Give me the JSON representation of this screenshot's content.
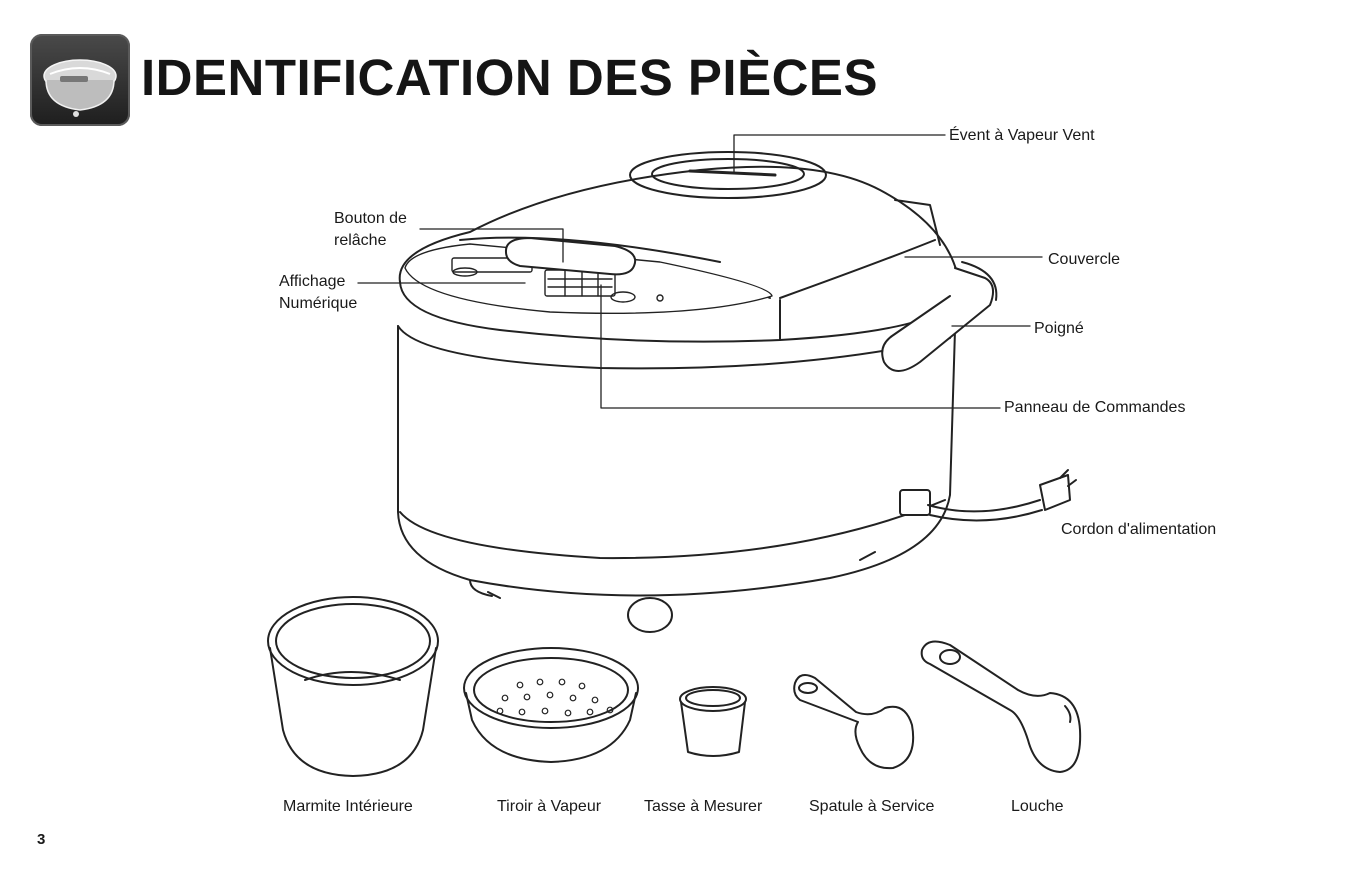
{
  "title": "IDENTIFICATION DES PIÈCES",
  "callouts": {
    "vent": "Évent à Vapeur Vent",
    "release_line1": "Bouton de",
    "release_line2": "relâche",
    "display_line1": "Affichage",
    "display_line2": "Numérique",
    "lid": "Couvercle",
    "handle": "Poigné",
    "control_panel": "Panneau  de Commandes",
    "power_cord": "Cordon d'alimentation"
  },
  "accessories": {
    "inner_pot": "Marmite Intérieure",
    "steam_tray": "Tiroir à Vapeur",
    "measuring_cup": "Tasse à Mesurer",
    "spatula": "Spatule à Service",
    "ladle": "Louche"
  },
  "page_number": "3",
  "colors": {
    "ink": "#1a1a1a",
    "badge": "#2a2a2a"
  }
}
